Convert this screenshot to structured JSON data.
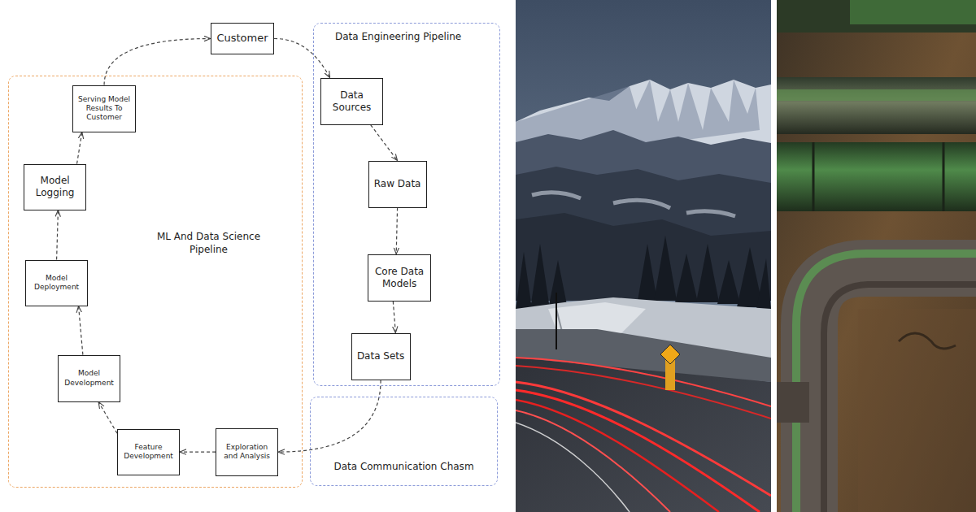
{
  "diagram": {
    "nodes": [
      {
        "text": [
          "Customer"
        ]
      },
      {
        "text": [
          "Data Engineering Pipeline"
        ]
      },
      {
        "text": [
          "Data Sources"
        ],
        "in": 1
      },
      {
        "text": [
          "Raw Data"
        ],
        "in": 1
      },
      {
        "text": [
          "Core Data Models"
        ],
        "in": 1
      },
      {
        "text": [
          "Data Sets"
        ],
        "in": 1
      },
      {
        "text": [
          "Data Communication Chasm"
        ]
      },
      {
        "text": [
          "ML And Data Science Pipeline"
        ]
      },
      {
        "text": [
          "Exploration and Analysis"
        ],
        "in": 7
      },
      {
        "text": [
          "Feature Development"
        ],
        "in": 7
      },
      {
        "text": [
          "Model Development"
        ],
        "in": 7
      },
      {
        "text": [
          "Model Deployment"
        ],
        "in": 7
      },
      {
        "text": [
          "Model Logging"
        ],
        "in": 7
      },
      {
        "text": [
          "Serving Model Results To Customer"
        ],
        "in": 7
      }
    ],
    "edges": [
      {
        "from": 0,
        "to": 2,
        "arrow": "to"
      },
      {
        "from": 2,
        "to": 3,
        "arrow": "to"
      },
      {
        "from": 3,
        "to": 4,
        "arrow": "to"
      },
      {
        "from": 4,
        "to": 5,
        "arrow": "to"
      },
      {
        "from": 5,
        "to": 8,
        "arrow": "to"
      },
      {
        "from": 8,
        "to": 9,
        "arrow": "to"
      },
      {
        "from": 9,
        "to": 10,
        "arrow": "to"
      },
      {
        "from": 10,
        "to": 11,
        "arrow": "to"
      },
      {
        "from": 11,
        "to": 12,
        "arrow": "to"
      },
      {
        "from": 12,
        "to": 13,
        "arrow": "to"
      },
      {
        "from": 13,
        "to": 0,
        "arrow": "to"
      }
    ]
  }
}
